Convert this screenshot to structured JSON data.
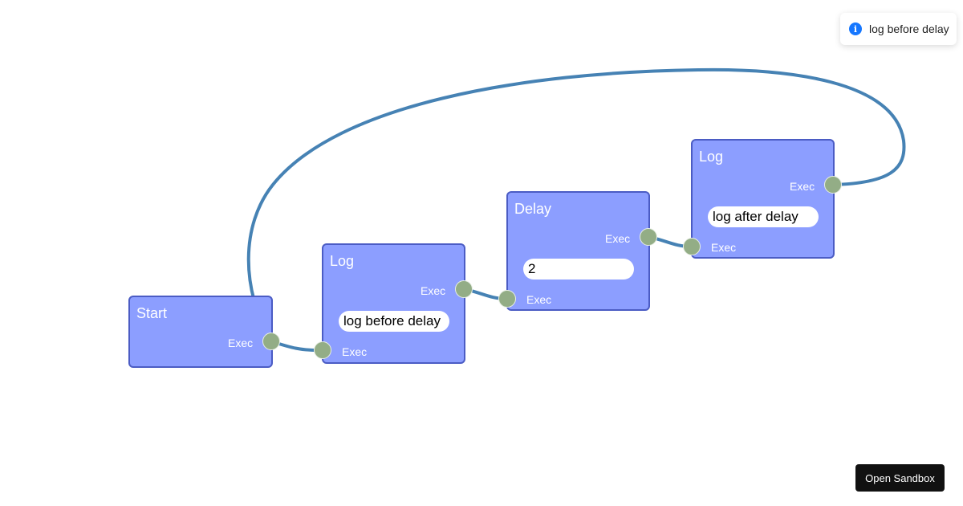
{
  "toast": {
    "icon": "info-icon",
    "message": "log before delay"
  },
  "sandbox_button": {
    "label": "Open Sandbox"
  },
  "colors": {
    "node_fill": "#8c9eff",
    "node_border": "#4b5cc4",
    "port_fill": "#93ad86",
    "wire": "#4682b4",
    "toast_icon": "#1677ff"
  },
  "nodes": {
    "start": {
      "title": "Start",
      "out_label": "Exec"
    },
    "log1": {
      "title": "Log",
      "out_label": "Exec",
      "in_label": "Exec",
      "value": "log before delay"
    },
    "delay": {
      "title": "Delay",
      "out_label": "Exec",
      "in_label": "Exec",
      "value": "2"
    },
    "log2": {
      "title": "Log",
      "out_label": "Exec",
      "in_label": "Exec",
      "value": "log after delay"
    }
  }
}
